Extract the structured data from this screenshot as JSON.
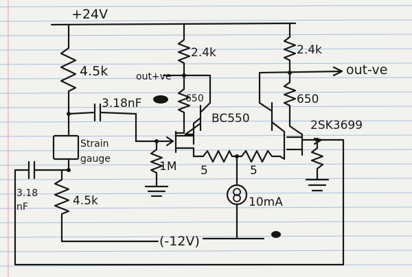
{
  "diagram": {
    "supply_positive": "+24V",
    "supply_negative": "(-12V)",
    "labels": {
      "r_top_left": "4.5k",
      "r_bottom_left": "4.5k",
      "r_collector_left": "2.4k",
      "r_collector_right": "2.4k",
      "r_emitter_left": "650",
      "r_emitter_right": "650",
      "cap_upper": "3.18nF",
      "cap_lower_line1": "3.18",
      "cap_lower_line2": "nF",
      "strain_line1": "Strain",
      "strain_line2": "gauge",
      "r_gate": "1M",
      "r_source_left": "5",
      "r_source_right": "5",
      "current_source": "10mA",
      "bjt": "BC550",
      "jfet": "2SK3699",
      "out_pos": "out+ve",
      "out_neg": "out-ve"
    }
  }
}
